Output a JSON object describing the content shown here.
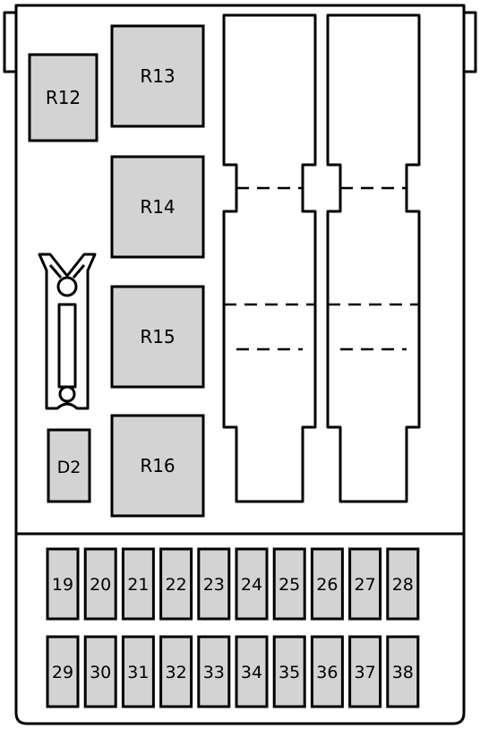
{
  "relays": [
    "R12",
    "R13",
    "R14",
    "R15",
    "R16"
  ],
  "diode": "D2",
  "fuse_rows": [
    [
      "19",
      "20",
      "21",
      "22",
      "23",
      "24",
      "25",
      "26",
      "27",
      "28"
    ],
    [
      "29",
      "30",
      "31",
      "32",
      "33",
      "34",
      "35",
      "36",
      "37",
      "38"
    ]
  ],
  "colors": {
    "component_fill": "#d3d3d3",
    "stroke": "#000000",
    "background": "#ffffff"
  }
}
